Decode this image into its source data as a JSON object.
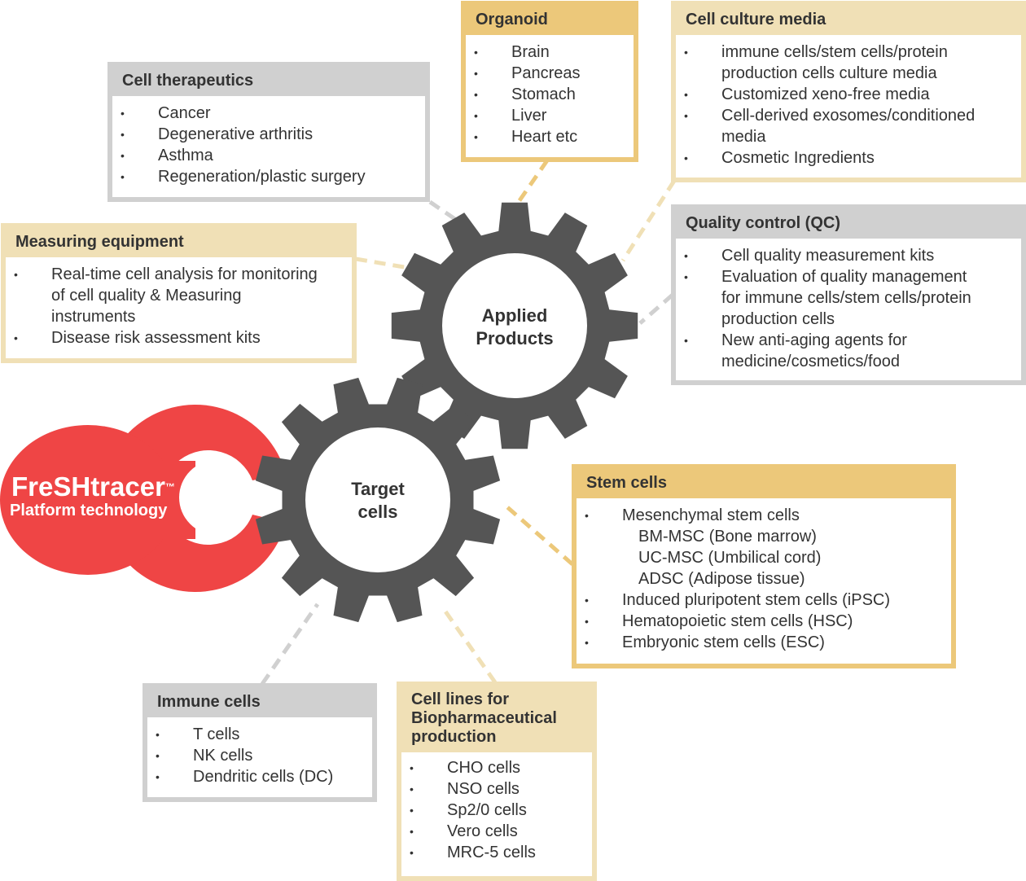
{
  "logo": {
    "name": "FreSHtracer",
    "tm": "™",
    "tagline": "Platform technology",
    "color": "#ef4545"
  },
  "gears": {
    "applied": {
      "lines": [
        "Applied",
        "Products"
      ]
    },
    "target": {
      "lines": [
        "Target",
        "cells"
      ]
    },
    "color": "#555555"
  },
  "colors": {
    "gold": "#ecc87a",
    "tan": "#f0e0b6",
    "grey": "#d0d0d0"
  },
  "cards": {
    "cell_therapeutics": {
      "title": "Cell therapeutics",
      "items": [
        "Cancer",
        "Degenerative arthritis",
        "Asthma",
        "Regeneration/plastic surgery"
      ]
    },
    "organoid": {
      "title": "Organoid",
      "items": [
        "Brain",
        "Pancreas",
        "Stomach",
        "Liver",
        "Heart etc"
      ]
    },
    "cell_culture_media": {
      "title": "Cell culture media",
      "items": [
        [
          "immune cells/stem cells/protein",
          "production cells culture media"
        ],
        [
          "Customized xeno-free media"
        ],
        [
          "Cell-derived exosomes/conditioned",
          "media"
        ],
        [
          "Cosmetic Ingredients"
        ]
      ]
    },
    "measuring_equipment": {
      "title": "Measuring equipment",
      "items": [
        [
          "Real-time cell analysis for monitoring",
          "of cell quality & Measuring",
          "instruments"
        ],
        [
          "Disease risk assessment kits"
        ]
      ]
    },
    "quality_control": {
      "title": "Quality control (QC)",
      "items": [
        [
          "Cell quality measurement kits"
        ],
        [
          "Evaluation of quality management",
          "for immune cells/stem cells/protein",
          "production cells"
        ],
        [
          "New anti-aging agents for",
          "medicine/cosmetics/food"
        ]
      ]
    },
    "stem_cells": {
      "title": "Stem cells",
      "item1": "Mesenchymal stem cells",
      "subitems": [
        "BM-MSC (Bone marrow)",
        "UC-MSC (Umbilical cord)",
        "ADSC (Adipose tissue)"
      ],
      "items_after": [
        "Induced pluripotent stem cells (iPSC)",
        "Hematopoietic stem cells (HSC)",
        "Embryonic stem cells (ESC)"
      ]
    },
    "immune_cells": {
      "title": "Immune cells",
      "items": [
        "T cells",
        "NK cells",
        "Dendritic cells (DC)"
      ]
    },
    "cell_lines": {
      "title_lines": [
        "Cell lines for",
        "Biopharmaceutical",
        "production"
      ],
      "items": [
        "CHO cells",
        "NSO cells",
        "Sp2/0 cells",
        "Vero cells",
        "MRC-5 cells"
      ]
    }
  }
}
